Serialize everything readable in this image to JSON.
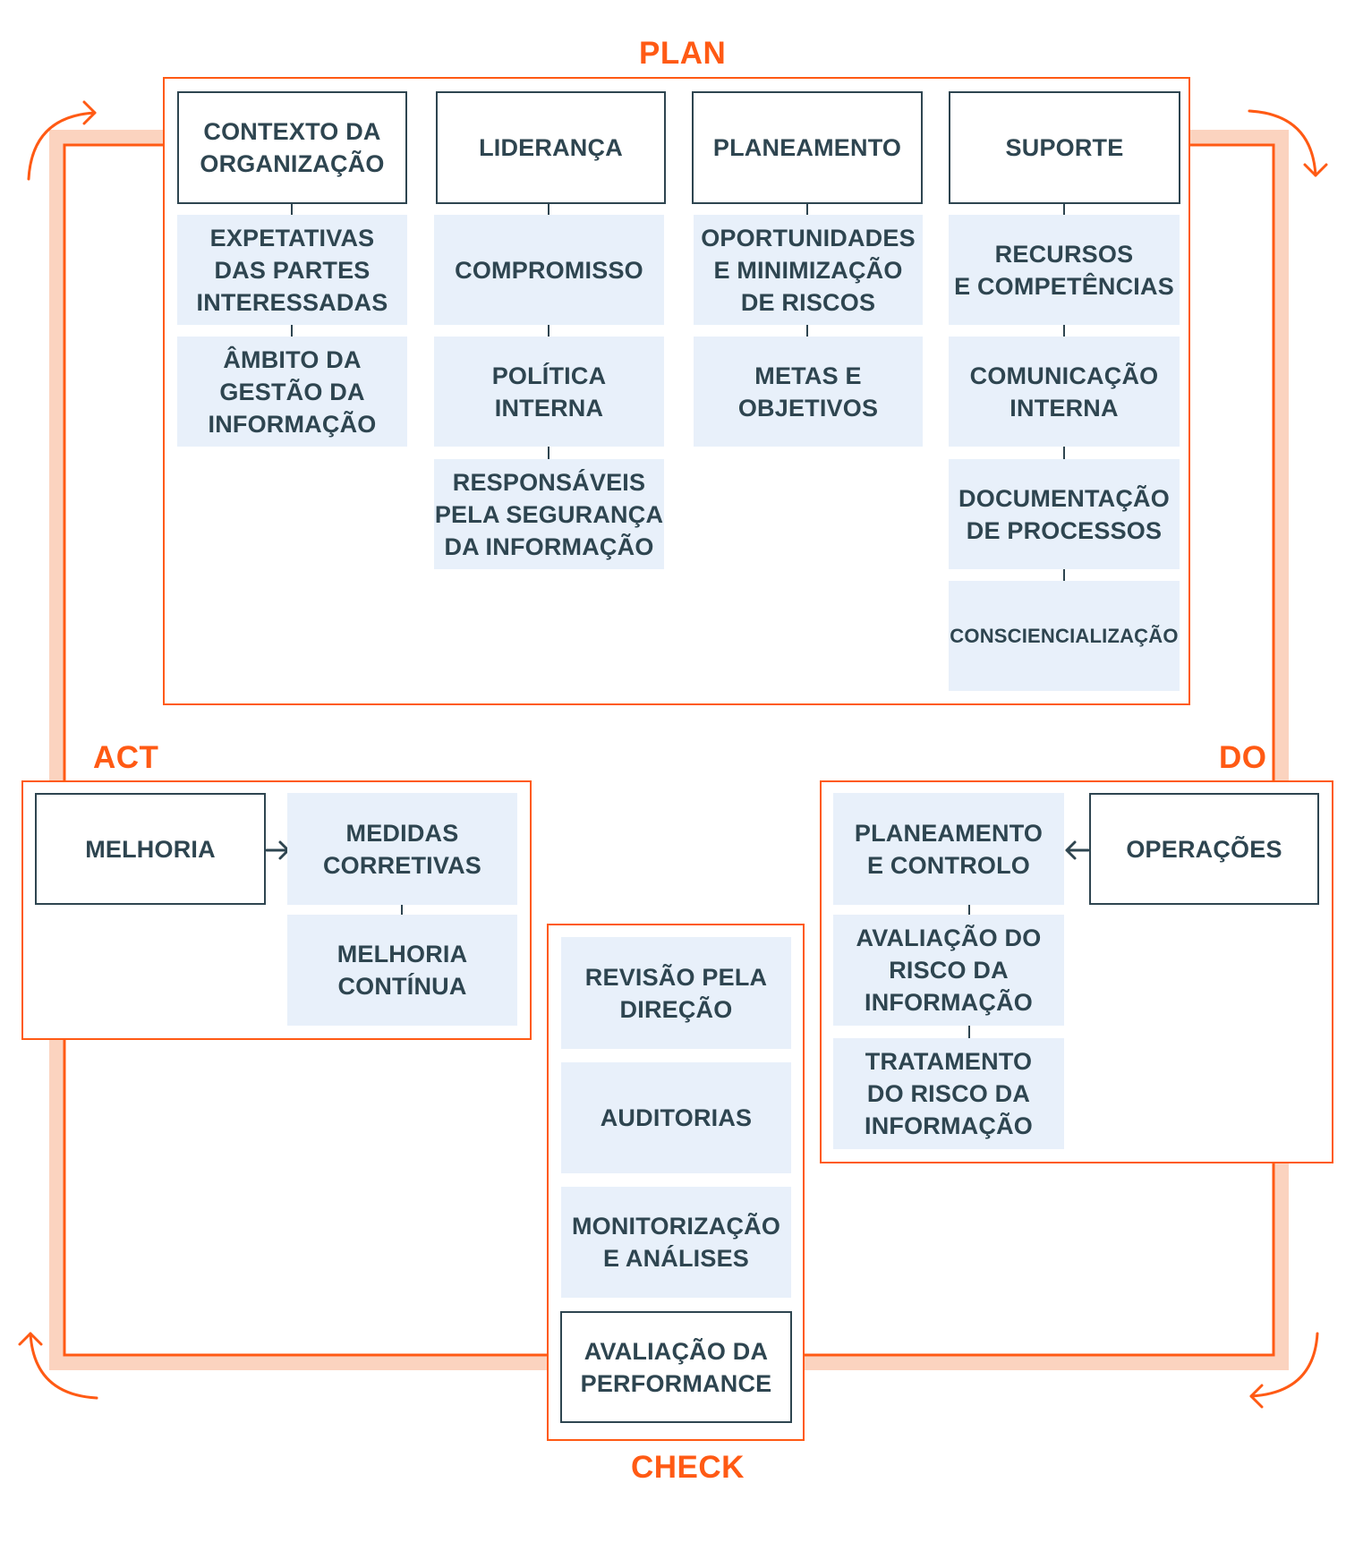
{
  "phases": {
    "plan": "PLAN",
    "do": "DO",
    "check": "CHECK",
    "act": "ACT"
  },
  "plan": {
    "columns": [
      {
        "head": "CONTEXTO DA\nORGANIZAÇÃO",
        "items": [
          "EXPETATIVAS\nDAS PARTES\nINTERESSADAS",
          "ÂMBITO DA\nGESTÃO DA\nINFORMAÇÃO"
        ]
      },
      {
        "head": "LIDERANÇA",
        "items": [
          "COMPROMISSO",
          "POLÍTICA\nINTERNA",
          "RESPONSÁVEIS\nPELA SEGURANÇA\nDA INFORMAÇÃO"
        ]
      },
      {
        "head": "PLANEAMENTO",
        "items": [
          "OPORTUNIDADES\nE MINIMIZAÇÃO\nDE RISCOS",
          "METAS E\nOBJETIVOS"
        ]
      },
      {
        "head": "SUPORTE",
        "items": [
          "RECURSOS\nE COMPETÊNCIAS",
          "COMUNICAÇÃO\nINTERNA",
          "DOCUMENTAÇÃO\nDE PROCESSOS",
          "CONSCIENCIALIZAÇÃO"
        ]
      }
    ]
  },
  "act": {
    "head": "MELHORIA",
    "items": [
      "MEDIDAS\nCORRETIVAS",
      "MELHORIA\nCONTÍNUA"
    ]
  },
  "do": {
    "head": "OPERAÇÕES",
    "items": [
      "PLANEAMENTO\nE CONTROLO",
      "AVALIAÇÃO DO\nRISCO DA\nINFORMAÇÃO",
      "TRATAMENTO\nDO RISCO DA\nINFORMAÇÃO"
    ]
  },
  "check": {
    "head": "AVALIAÇÃO DA\nPERFORMANCE",
    "items": [
      "REVISÃO PELA\nDIREÇÃO",
      "AUDITORIAS",
      "MONITORIZAÇÃO\nE ANÁLISES"
    ]
  },
  "colors": {
    "accent": "#ff5a14",
    "accent_light": "#fbd3bf",
    "text": "#2e4550",
    "sub_fill": "#e8f0fa"
  }
}
